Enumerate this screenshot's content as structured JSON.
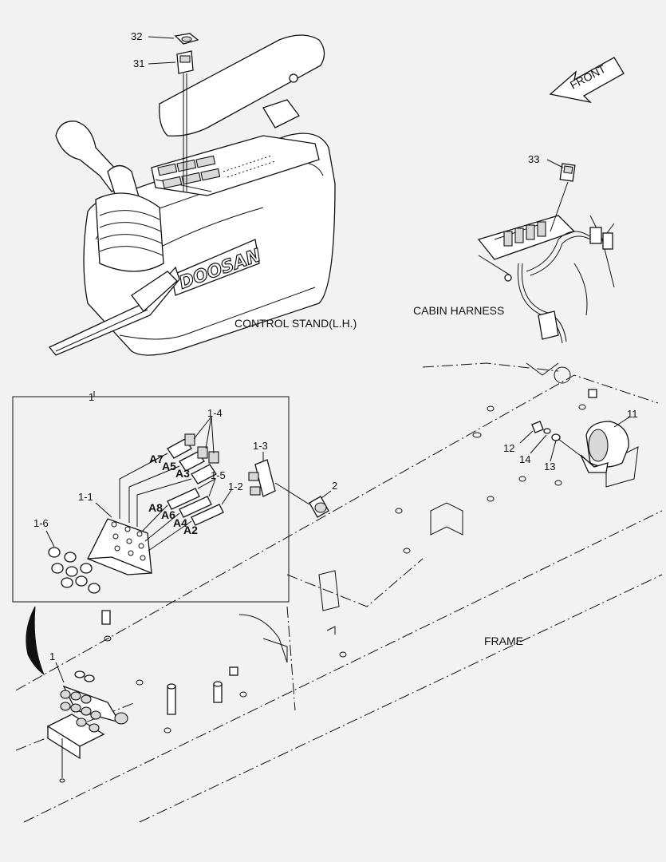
{
  "callouts": {
    "c32": "32",
    "c31": "31",
    "c33": "33",
    "c1_top": "1",
    "c1_4": "1-4",
    "c1_3": "1-3",
    "c1_5": "1-5",
    "c1_2": "1-2",
    "c1_1": "1-1",
    "c1_6": "1-6",
    "c2": "2",
    "c11": "11",
    "c12": "12",
    "c14": "14",
    "c13": "13",
    "c1_bottom": "1"
  },
  "ports": {
    "a7": "A7",
    "a5": "A5",
    "a3": "A3",
    "a8": "A8",
    "a6": "A6",
    "a4": "A4",
    "a2": "A2"
  },
  "captions": {
    "front": "FRONT",
    "control_stand": "CONTROL STAND(L.H.)",
    "cabin_harness": "CABIN HARNESS",
    "frame": "FRAME"
  },
  "logo_text": "DOOSAN"
}
